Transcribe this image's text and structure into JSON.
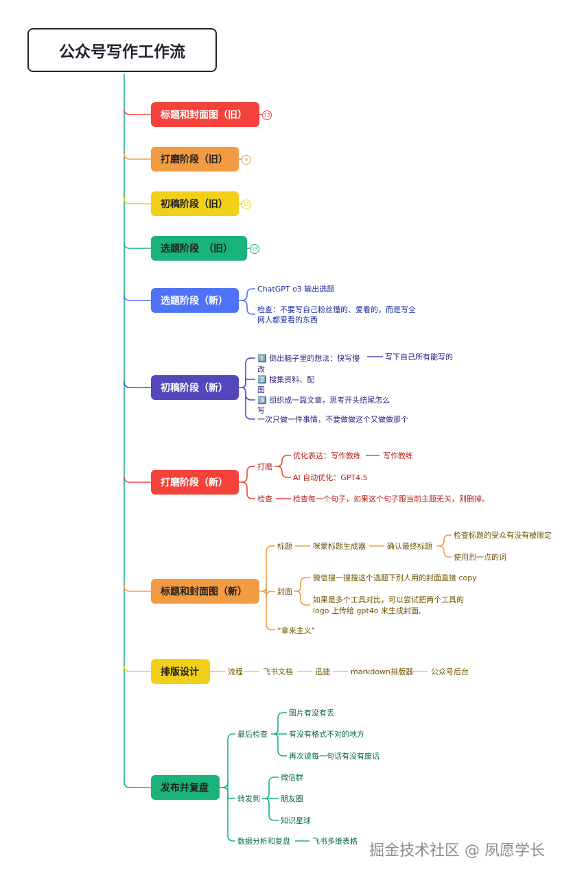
{
  "root": {
    "title": "公众号写作工作流"
  },
  "colors": {
    "trunk": "#1ab37a",
    "red": "#f4423b",
    "orange": "#f29b43",
    "yellow": "#f2d019",
    "green": "#1ab37a",
    "blue": "#4e73f6",
    "indigo": "#5447bd",
    "red_text": "#b3231e",
    "brown_text": "#6f5200",
    "blue_text": "#1e2f9a",
    "indigo_text": "#2e2682",
    "green_text": "#0a6b3f"
  },
  "sections": {
    "title_cover_old": {
      "label": "标题和封面图（旧）",
      "badge": "13"
    },
    "polish_old": {
      "label": "打磨阶段（旧）",
      "badge": "9"
    },
    "draft_old": {
      "label": "初稿阶段（旧）",
      "badge": "11"
    },
    "topic_old": {
      "label": "选题阶段　（旧）",
      "badge": "13"
    },
    "topic_new": {
      "label": "选题阶段（新）",
      "items": [
        "ChatGPT o3 输出选题",
        "检查：不要写自己粉丝懂的、爱看的，而是写全",
        "网人都爱看的东西"
      ]
    },
    "draft_new": {
      "label": "初稿阶段（新）",
      "items": [
        "1️⃣ 倒出脑子里的想法：快写慢",
        "改",
        "2️⃣ 搜集资料、配",
        "图",
        "3️⃣ 组织成一篇文章，思考开头结尾怎么",
        "写",
        "一次只做一件事情，不要做做这个又做做那个"
      ],
      "sub": "写下自己所有能写的"
    },
    "polish_new": {
      "label": "打磨阶段（新）",
      "polish": "打磨",
      "optimize": "优化表达：写作教练",
      "optimize_sub": "写作教练",
      "ai": "AI 自动优化：GPT4.5",
      "check": "检查",
      "check_sub": "检查每一个句子，如果这个句子跟当前主题无关，则删掉。"
    },
    "title_cover_new": {
      "label": "标题和封面图（新）",
      "title": "标题",
      "generator": "咪蒙标题生成器",
      "confirm": "确认最终标题",
      "audience": "检查标题的受众有没有被限定",
      "strong_words": "使用烈一点的词",
      "cover": "封面",
      "cover_1": "微信搜一搜搜这个选题下别人用的封面直接 copy",
      "cover_2a": "如果是多个工具对比，可以尝试把两个工具的",
      "cover_2b": "logo 上传给 gpt4o 来生成封面,",
      "borrow": "“拿来主义”"
    },
    "layout": {
      "label": "排版设计",
      "flow": [
        "流程",
        "飞书文档",
        "迅捷",
        "markdown排版器",
        "公众号后台"
      ]
    },
    "publish": {
      "label": "发布并复盘",
      "final_check": "最后检查",
      "checks": [
        "图片有没有丢",
        "有没有格式不对的地方",
        "再次读每一句话有没有废话"
      ],
      "forward": "转发到",
      "channels": [
        "微信群",
        "朋友圈",
        "知识星球"
      ],
      "analysis": "数据分析和复盘",
      "analysis_sub": "飞书多维表格"
    }
  },
  "watermark": "掘金技术社区 @ 夙愿学长"
}
